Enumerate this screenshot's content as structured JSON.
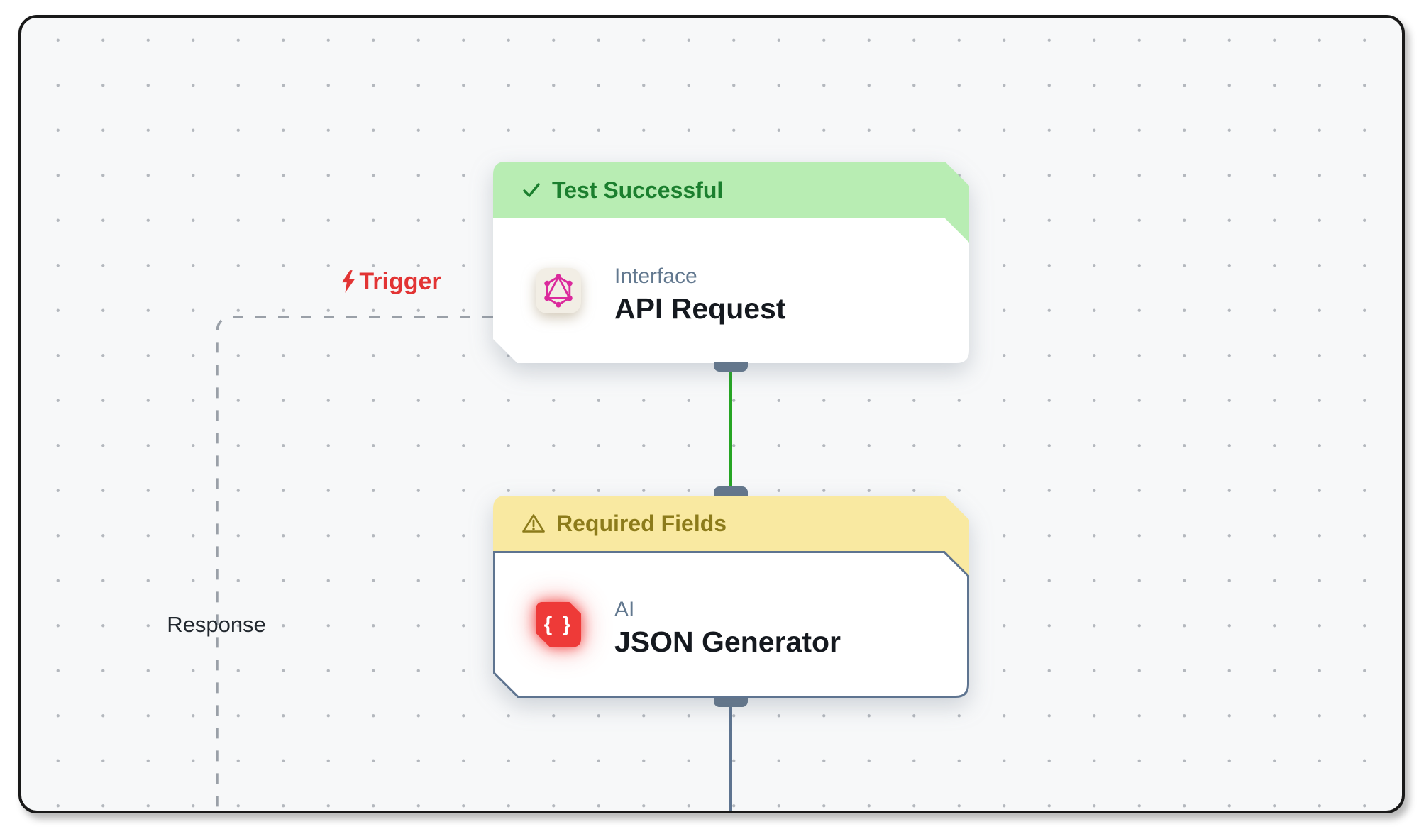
{
  "frame": {
    "background": "#f7f8f9",
    "dot_color": "#b4b8be",
    "border_color": "#191919"
  },
  "edges": {
    "trigger": {
      "label": "Trigger",
      "color": "#e23434",
      "icon": "lightning-bolt-icon",
      "style": "dashed"
    },
    "response": {
      "label": "Response",
      "color": "#22282f",
      "style": "dashed"
    },
    "dashed_color": "#9aa0a8",
    "success_edge_color": "#26a524",
    "pending_edge_color": "#5e7490"
  },
  "nodes": {
    "api_request": {
      "banner": {
        "label": "Test Successful",
        "icon": "check-icon",
        "bg": "#b8edb3",
        "text_color": "#1b7f2e"
      },
      "category": "Interface",
      "title": "API Request",
      "icon": "graphql-icon",
      "icon_color": "#db2a9c",
      "icon_bg": "#f2eee5"
    },
    "json_generator": {
      "banner": {
        "label": "Required Fields",
        "icon": "warning-icon",
        "bg": "#f9e9a1",
        "text_color": "#8c7b1b"
      },
      "category": "AI",
      "title": "JSON Generator",
      "icon": "curly-braces-icon",
      "icon_glyph": "{ }",
      "icon_bg": "#ee3a38",
      "icon_color": "#ffffff",
      "border_color": "#5e7490"
    }
  }
}
